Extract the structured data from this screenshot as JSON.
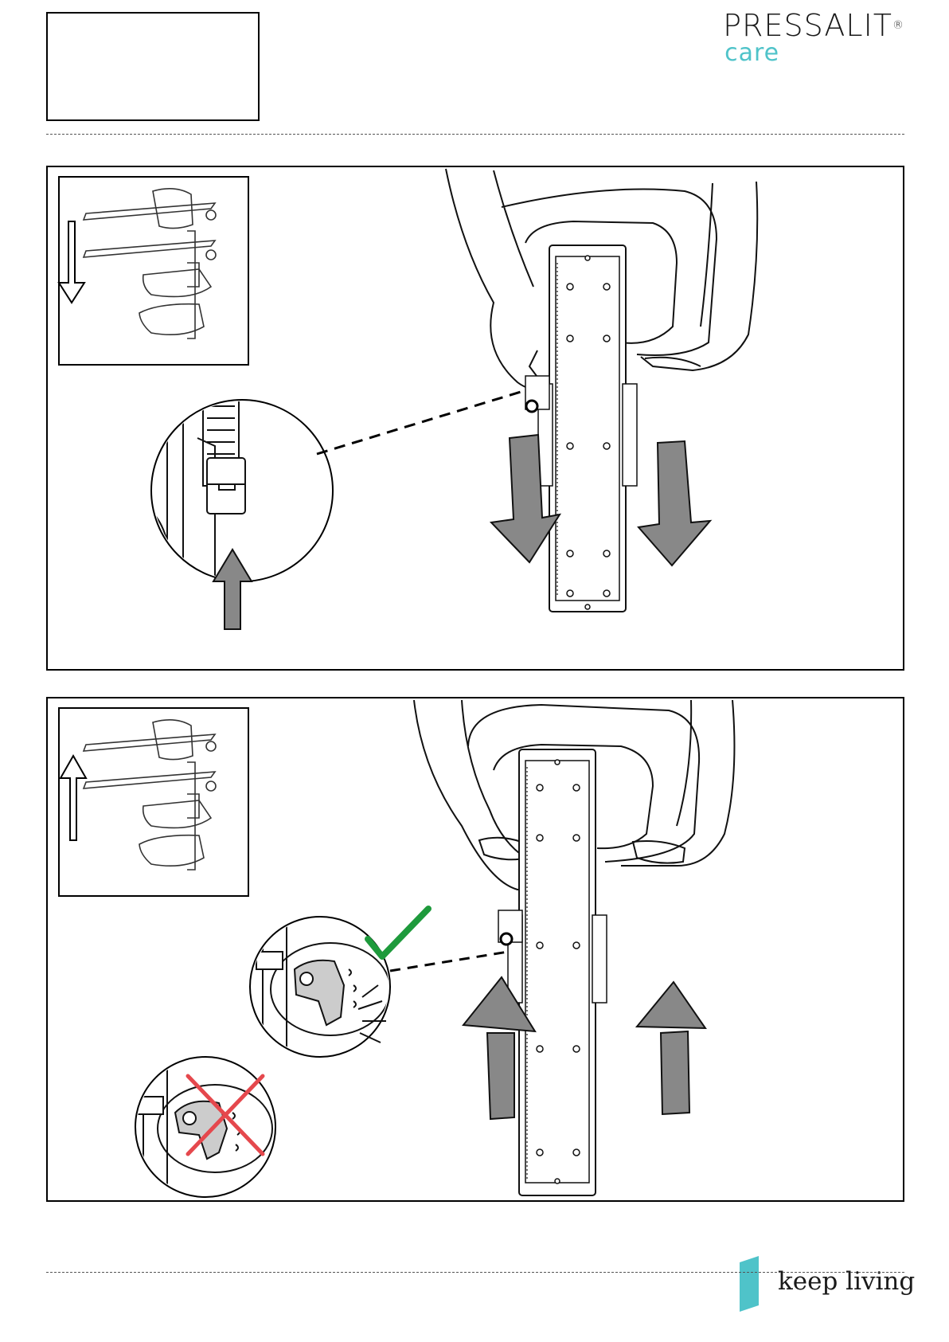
{
  "header": {
    "brand_name": "PRESSALIT",
    "brand_reg": "®",
    "brand_sub": "care"
  },
  "footer": {
    "tagline": "keep living"
  },
  "colors": {
    "teal": "#4fc3c9",
    "arrow_gray": "#888888",
    "check_green": "#1e9a3c",
    "cross_red": "#e5484d"
  },
  "steps": [
    {
      "direction": "down",
      "icon": "arrow-down-icon"
    },
    {
      "direction": "up",
      "icon": "arrow-up-icon",
      "correct_icon": "checkmark-icon",
      "wrong_icon": "cross-icon"
    }
  ]
}
